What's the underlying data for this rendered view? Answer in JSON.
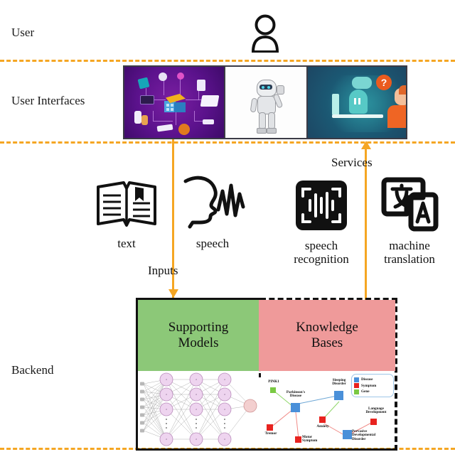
{
  "layers": [
    {
      "id": "user",
      "label": "User"
    },
    {
      "id": "user-interfaces",
      "label": "User Interfaces"
    },
    {
      "id": "backend",
      "label": "Backend"
    }
  ],
  "user_icon": "person-icon",
  "interfaces": [
    {
      "id": "iot-smart-home",
      "alt": "smart-home-iot-illustration"
    },
    {
      "id": "humanoid-robot",
      "alt": "humanoid-robot-illustration"
    },
    {
      "id": "chatbot-conversation",
      "alt": "chatbot-conversation-illustration"
    }
  ],
  "flows": [
    {
      "id": "inputs",
      "label": "Inputs",
      "direction": "down"
    },
    {
      "id": "services",
      "label": "Services",
      "direction": "up"
    }
  ],
  "modalities": [
    {
      "id": "text",
      "icon": "open-book-icon",
      "label": "text"
    },
    {
      "id": "speech",
      "icon": "speaking-head-icon",
      "label": "speech"
    },
    {
      "id": "speech-recognition",
      "icon": "waveform-scan-icon",
      "label": "speech\nrecognition"
    },
    {
      "id": "machine-translation",
      "icon": "translate-icon",
      "label": "machine\ntranslation"
    }
  ],
  "backend": {
    "panels": [
      {
        "id": "supporting-models",
        "title": "Supporting\nModels",
        "color": "#8cc878"
      },
      {
        "id": "knowledge-bases",
        "title": "Knowledge\nBases",
        "color": "#ef9a9a"
      }
    ],
    "neural_network": {
      "alt": "deep-neural-network-diagram",
      "layers": [
        7,
        4,
        4,
        4,
        1
      ]
    },
    "knowledge_graph": {
      "alt": "biomedical-knowledge-graph",
      "nodes": [
        {
          "id": "pink1",
          "label": "PINK1",
          "type": "Gene",
          "color": "#7ac943"
        },
        {
          "id": "parkinsons-disease",
          "label": "Parkinson's\nDisease",
          "type": "Disease",
          "color": "#4a90d9"
        },
        {
          "id": "sleeping-disorder",
          "label": "Sleeping\nDisorder",
          "type": "Disease",
          "color": "#4a90d9"
        },
        {
          "id": "tremor",
          "label": "Tremor",
          "type": "Symptom",
          "color": "#e8231f"
        },
        {
          "id": "motor-symptom",
          "label": "Motor\nSymptom",
          "type": "Symptom",
          "color": "#e8231f"
        },
        {
          "id": "anxiety",
          "label": "Anxiety",
          "type": "Symptom",
          "color": "#e8231f"
        },
        {
          "id": "pervasive-developmental-disorder",
          "label": "Pervasive\nDevelopmental\nDisorder",
          "type": "Disease",
          "color": "#4a90d9"
        },
        {
          "id": "language-development",
          "label": "Language\nDevelopment",
          "type": "Symptom",
          "color": "#e8231f"
        }
      ],
      "legend": [
        {
          "label": "Disease",
          "color": "#4a90d9"
        },
        {
          "label": "Symptom",
          "color": "#e8231f"
        },
        {
          "label": "Gene",
          "color": "#7ac943"
        }
      ]
    }
  },
  "colors": {
    "divider": "#F5A623",
    "arrow": "#F5A623",
    "green_panel": "#8cc878",
    "pink_panel": "#ef9a9a",
    "border": "#111111"
  }
}
